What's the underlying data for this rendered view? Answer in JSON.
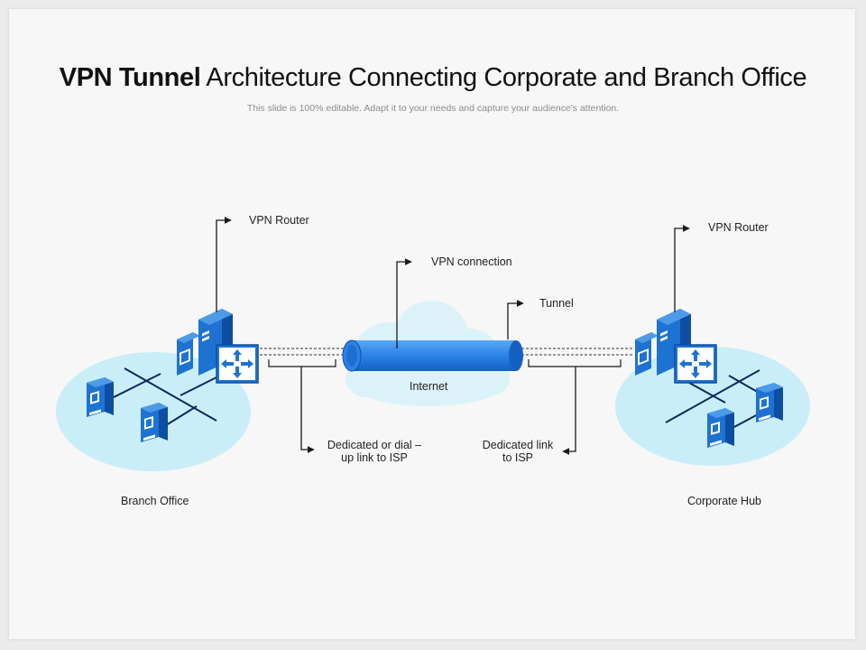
{
  "title": {
    "bold": "VPN Tunnel",
    "rest": "Architecture Connecting Corporate and Branch Office"
  },
  "subtitle": "This slide is 100% editable. Adapt it to your needs and capture your audience's attention.",
  "labels": {
    "vpn_router_left": "VPN Router",
    "vpn_router_right": "VPN Router",
    "vpn_connection": "VPN connection",
    "tunnel": "Tunnel",
    "internet": "Internet",
    "dedicated_dial_line1": "Dedicated or dial –",
    "dedicated_dial_line2": "up link to ISP",
    "dedicated_link_line1": "Dedicated link",
    "dedicated_link_line2": "to ISP",
    "branch_office": "Branch Office",
    "corporate_hub": "Corporate Hub"
  },
  "colors": {
    "ellipse": "#c9eef8",
    "cloud": "#dcf2f9",
    "device_blue": "#1e73d2",
    "device_dark": "#0d4ea3",
    "tunnel_blue": "#2b82e6",
    "line": "#1a1a1a"
  },
  "icons": [
    "vpn-router-icon",
    "switch-icon",
    "server-icon",
    "cloud-icon",
    "tunnel-cylinder-icon"
  ]
}
